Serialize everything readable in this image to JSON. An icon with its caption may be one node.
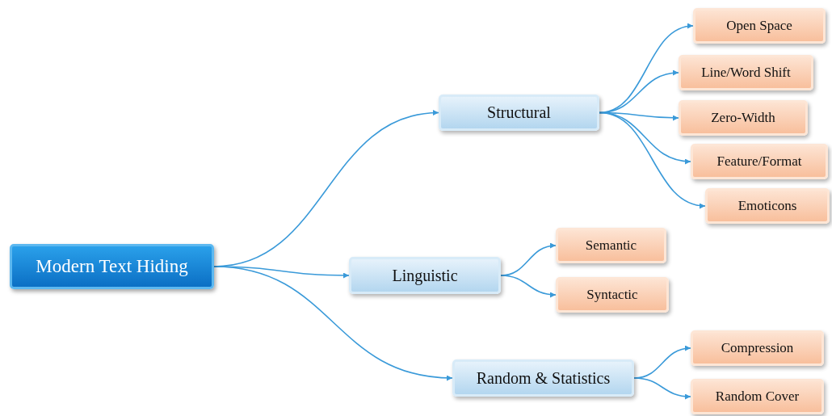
{
  "diagram": {
    "nodes": [
      {
        "text": [
          "Modern Text Hiding"
        ]
      },
      {
        "text": [
          "Structural"
        ]
      },
      {
        "text": [
          "Linguistic"
        ]
      },
      {
        "text": [
          "Random & Statistics"
        ]
      },
      {
        "text": [
          "Open Space"
        ]
      },
      {
        "text": [
          "Line/Word Shift"
        ]
      },
      {
        "text": [
          "Zero-Width"
        ]
      },
      {
        "text": [
          "Feature/Format"
        ]
      },
      {
        "text": [
          "Emoticons"
        ]
      },
      {
        "text": [
          "Semantic"
        ]
      },
      {
        "text": [
          "Syntactic"
        ]
      },
      {
        "text": [
          "Compression"
        ]
      },
      {
        "text": [
          "Random Cover"
        ]
      }
    ],
    "edges": [
      {
        "from": 0,
        "to": 1,
        "arrow": "to"
      },
      {
        "from": 0,
        "to": 2,
        "arrow": "to"
      },
      {
        "from": 0,
        "to": 3,
        "arrow": "to"
      },
      {
        "from": 1,
        "to": 4,
        "arrow": "to"
      },
      {
        "from": 1,
        "to": 5,
        "arrow": "to"
      },
      {
        "from": 1,
        "to": 6,
        "arrow": "to"
      },
      {
        "from": 1,
        "to": 7,
        "arrow": "to"
      },
      {
        "from": 1,
        "to": 8,
        "arrow": "to"
      },
      {
        "from": 2,
        "to": 9,
        "arrow": "to"
      },
      {
        "from": 2,
        "to": 10,
        "arrow": "to"
      },
      {
        "from": 3,
        "to": 11,
        "arrow": "to"
      },
      {
        "from": 3,
        "to": 12,
        "arrow": "to"
      }
    ]
  }
}
